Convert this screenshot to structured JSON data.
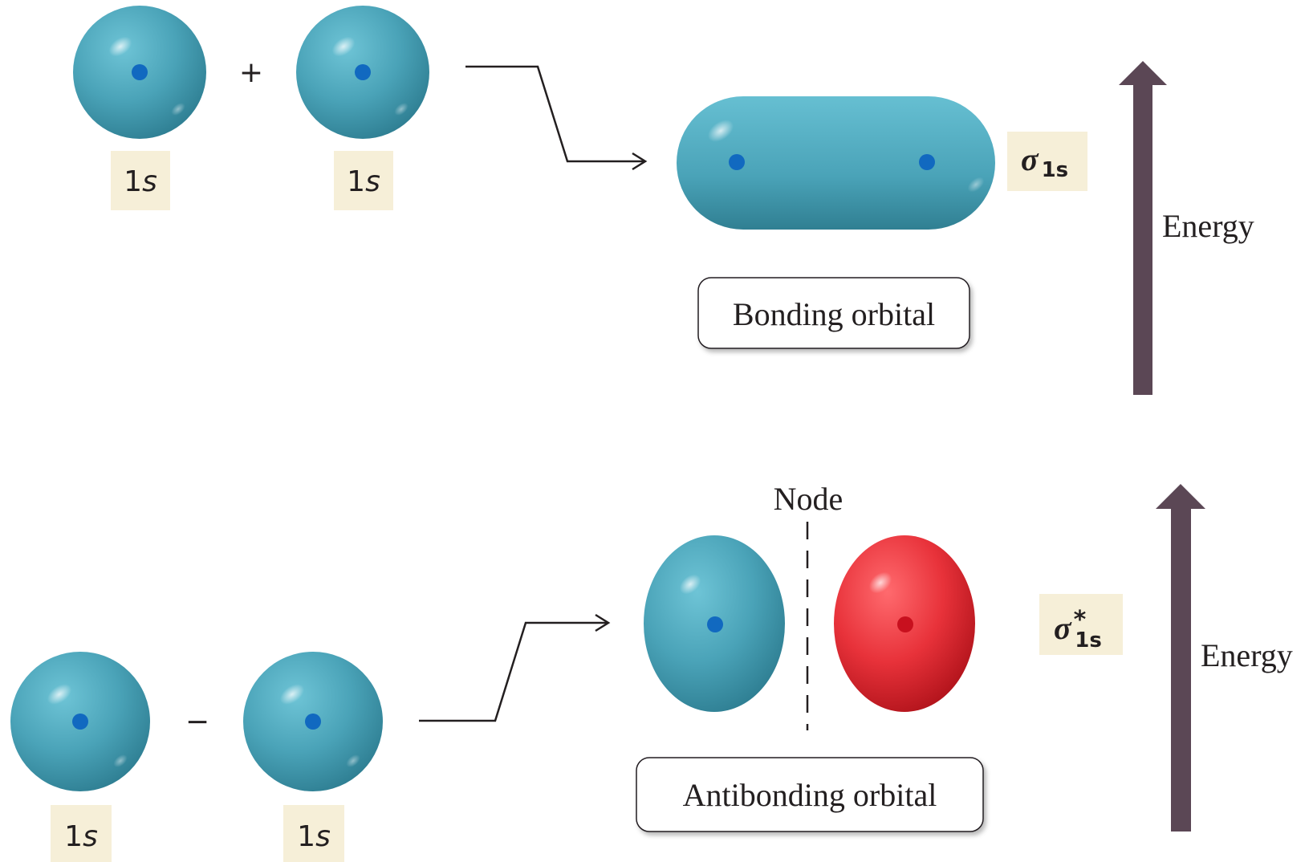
{
  "bonding": {
    "ao_left": {
      "label_num": "1",
      "label_sub": "s"
    },
    "operator": "+",
    "ao_right": {
      "label_num": "1",
      "label_sub": "s"
    },
    "mo_symbol": "σ",
    "mo_subscript": "1s",
    "caption": "Bonding orbital",
    "energy_label": "Energy"
  },
  "antibonding": {
    "ao_left": {
      "label_num": "1",
      "label_sub": "s"
    },
    "operator": "−",
    "ao_right": {
      "label_num": "1",
      "label_sub": "s"
    },
    "node_label": "Node",
    "mo_symbol": "σ",
    "mo_superscript": "*",
    "mo_subscript": "1s",
    "caption": "Antibonding orbital",
    "energy_label": "Energy"
  },
  "colors": {
    "orbital_positive": "#4aa3b8",
    "orbital_negative": "#e8323a",
    "nucleus_blue": "#1169c0",
    "nucleus_red": "#c8101e",
    "label_background": "#f6efd8",
    "energy_arrow": "#5b4755",
    "line": "#231f20"
  }
}
